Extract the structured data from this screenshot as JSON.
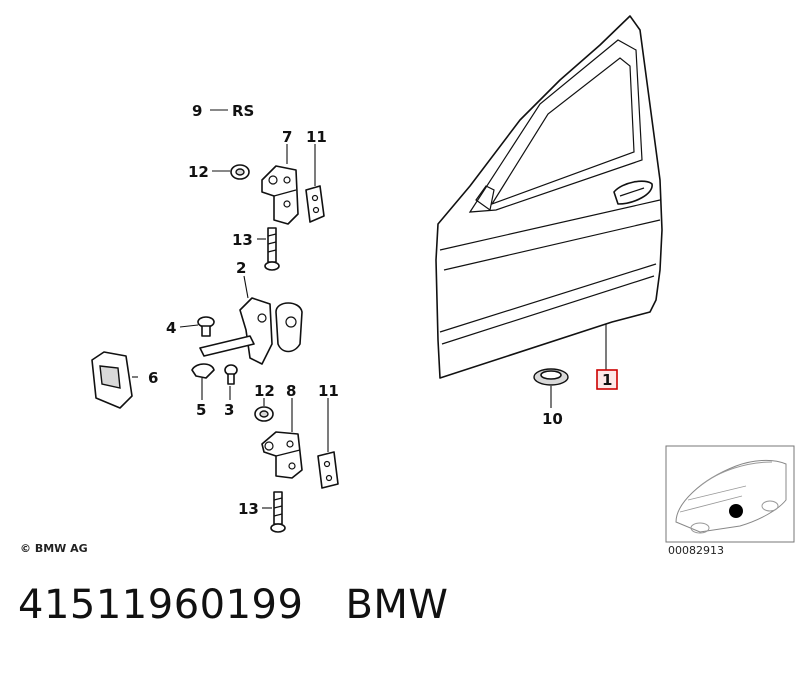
{
  "labels": {
    "callout_9": "9",
    "callout_rs": "RS",
    "callout_7": "7",
    "callout_11a": "11",
    "callout_12a": "12",
    "callout_13a": "13",
    "callout_2": "2",
    "callout_4": "4",
    "callout_6": "6",
    "callout_5": "5",
    "callout_3": "3",
    "callout_12b": "12",
    "callout_8": "8",
    "callout_11b": "11",
    "callout_13b": "13",
    "callout_1": "1",
    "callout_10": "10"
  },
  "copyright": "© BMW AG",
  "thumbnail_id": "00082913",
  "footer": {
    "part_number": "41511960199",
    "brand": "BMW"
  },
  "colors": {
    "highlight_box": "#cc0000",
    "highlight_fill": "#fde8e8"
  }
}
